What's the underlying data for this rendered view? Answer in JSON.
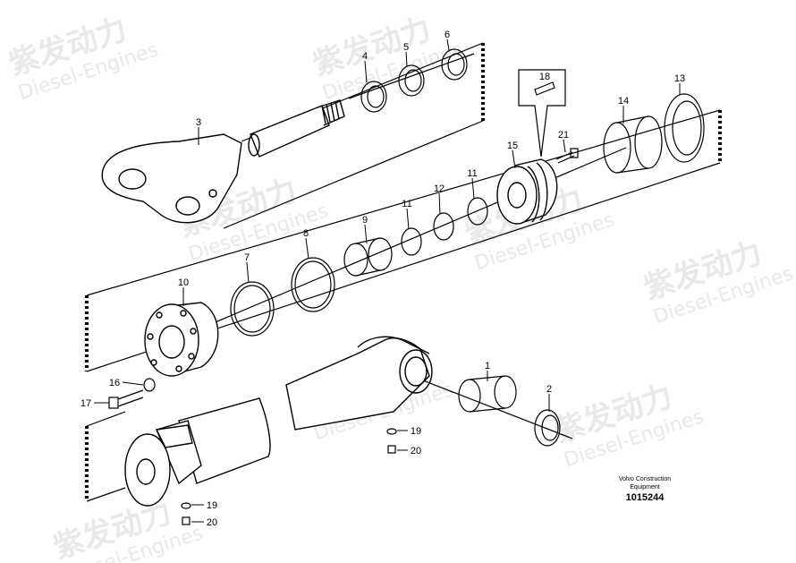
{
  "watermark": {
    "brand_cn": "紫发动力",
    "brand_en": "Diesel-Engines"
  },
  "caption": {
    "line1": "Volvo Construction",
    "line2": "Equipment",
    "part_number": "1015244"
  },
  "callouts": [
    {
      "id": "c1",
      "label": "1"
    },
    {
      "id": "c2",
      "label": "2"
    },
    {
      "id": "c3",
      "label": "3"
    },
    {
      "id": "c4",
      "label": "4"
    },
    {
      "id": "c5",
      "label": "5"
    },
    {
      "id": "c6",
      "label": "6"
    },
    {
      "id": "c7",
      "label": "7"
    },
    {
      "id": "c8",
      "label": "8"
    },
    {
      "id": "c9",
      "label": "9"
    },
    {
      "id": "c10",
      "label": "10"
    },
    {
      "id": "c11a",
      "label": "11"
    },
    {
      "id": "c11b",
      "label": "11"
    },
    {
      "id": "c12",
      "label": "12"
    },
    {
      "id": "c13",
      "label": "13"
    },
    {
      "id": "c14",
      "label": "14"
    },
    {
      "id": "c15",
      "label": "15"
    },
    {
      "id": "c16",
      "label": "16"
    },
    {
      "id": "c17",
      "label": "17"
    },
    {
      "id": "c18",
      "label": "18"
    },
    {
      "id": "c19a",
      "label": "19"
    },
    {
      "id": "c19b",
      "label": "19"
    },
    {
      "id": "c20a",
      "label": "20"
    },
    {
      "id": "c20b",
      "label": "20"
    },
    {
      "id": "c21",
      "label": "21"
    }
  ]
}
